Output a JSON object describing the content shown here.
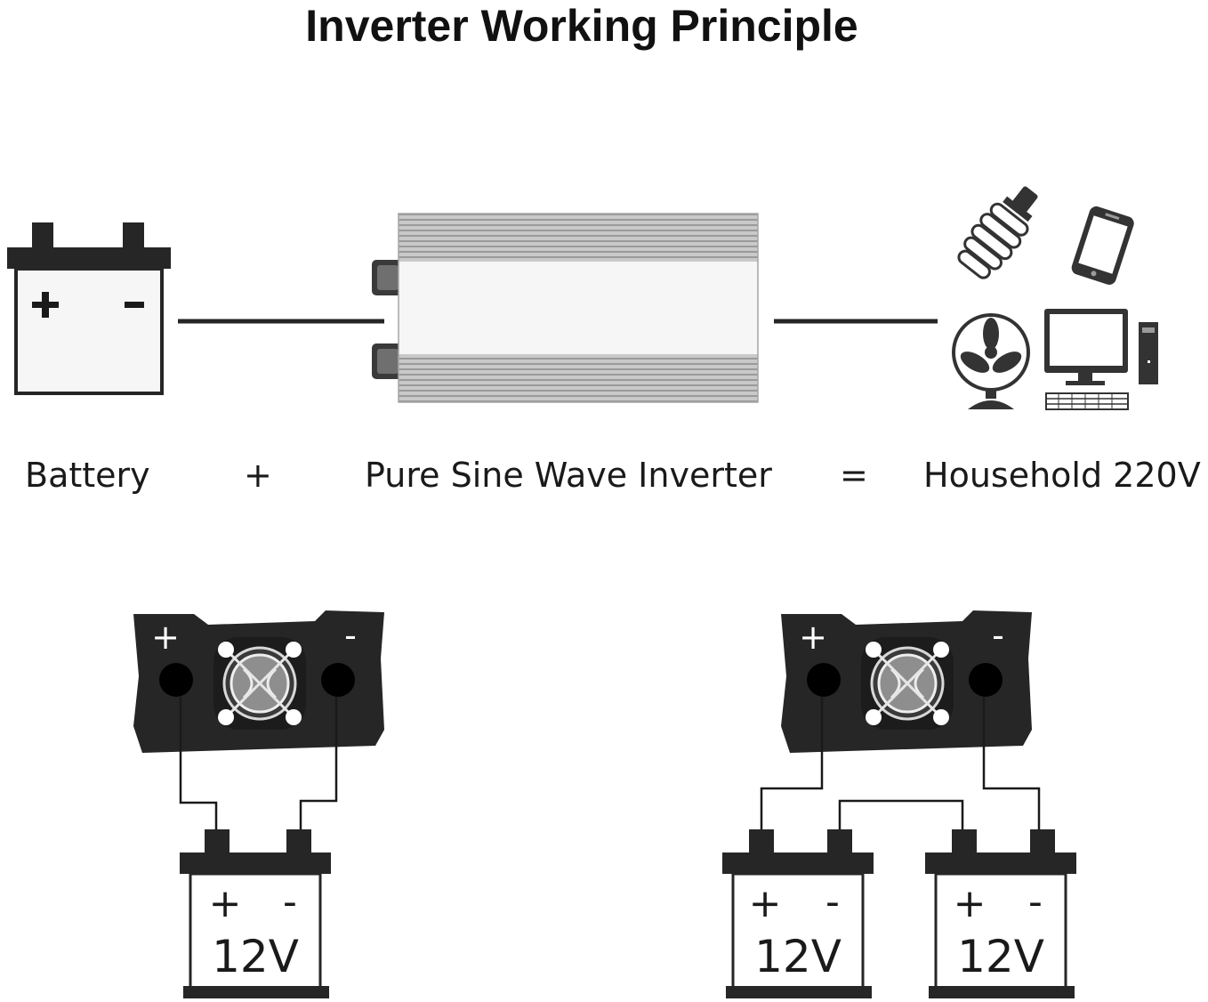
{
  "title": "Inverter Working Principle",
  "equation": {
    "battery": "Battery",
    "plus": "+",
    "inverter": "Pure Sine Wave Inverter",
    "equals": "=",
    "household": "Household 220V"
  },
  "terminal_plus": "+",
  "terminal_minus": "-",
  "battery_plus": "+",
  "battery_minus": "-",
  "battery_voltage": "12V",
  "colors": {
    "dark": "#262626",
    "stroke": "#1a1a1a",
    "silver": "#b2b2b2",
    "panel": "#f6f6f6"
  }
}
